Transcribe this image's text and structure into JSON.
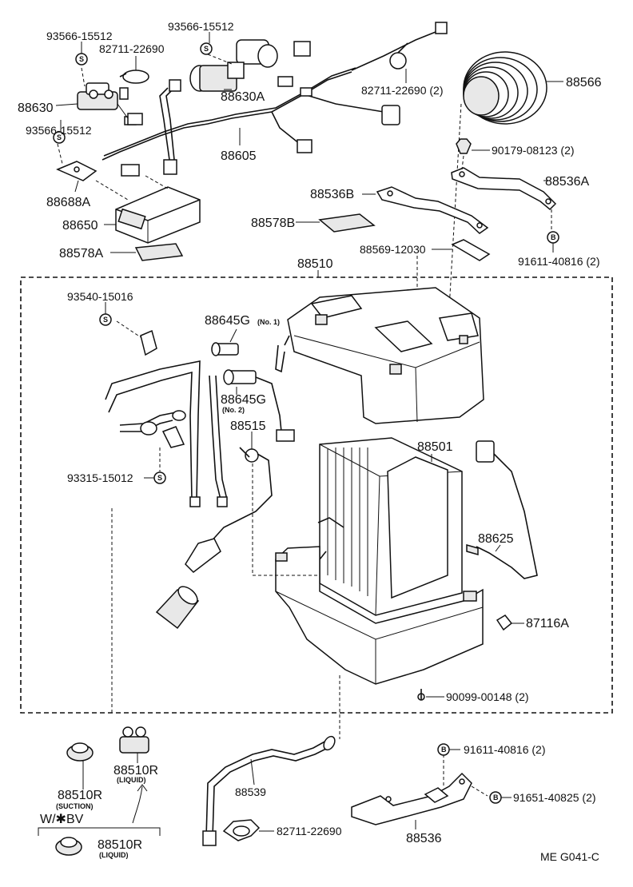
{
  "labels": {
    "p93566_a": "93566-15512",
    "p82711_a": "82711-22690",
    "p88630": "88630",
    "p93566_b": "93566-15512",
    "p88630A": "88630A",
    "p93566_c": "93566-15512",
    "p88605": "88605",
    "p82711_b": "82711-22690 (2)",
    "p88566": "88566",
    "p90179": "90179-08123 (2)",
    "p88536A": "88536A",
    "p88536B": "88536B",
    "p88688A": "88688A",
    "p88650": "88650",
    "p88578B": "88578B",
    "p88578A": "88578A",
    "p88569": "88569-12030",
    "p91611_a": "91611-40816 (2)",
    "p88510": "88510",
    "p93540": "93540-15016",
    "p88645G1": "88645G",
    "p88645G1_note": "(No. 1)",
    "p88645G2": "88645G",
    "p88645G2_note": "(No. 2)",
    "p88515": "88515",
    "p88501": "88501",
    "p93315": "93315-15012",
    "p88625": "88625",
    "p87116A": "87116A",
    "p90099": "90099-00148 (2)",
    "p88510R_s": "88510R",
    "p88510R_s_note": "(SUCTION)",
    "p88510R_l": "88510R",
    "p88510R_l_note": "(LIQUID)",
    "p88539": "88539",
    "p91611_b": "91611-40816 (2)",
    "p91651": "91651-40825 (2)",
    "p88536": "88536",
    "p82711_c": "82711-22690",
    "wbv": "W/✱BV",
    "p88510R_w": "88510R",
    "p88510R_w_note": "(LIQUID)",
    "footer": "ME  G041-C"
  },
  "symbols": {
    "s_mark": "S",
    "b_mark": "B"
  }
}
